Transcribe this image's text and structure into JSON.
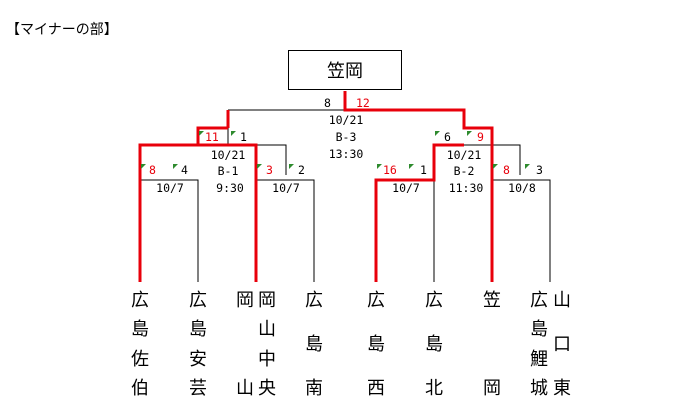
{
  "title": "【マイナーの部】",
  "champion": "笠岡",
  "colors": {
    "winner_line": "#e8000b",
    "line": "#000000",
    "flag": "#2e8b2e"
  },
  "final": {
    "left_score": "8",
    "right_score": "12",
    "date": "10/21",
    "venue": "B-3",
    "time": "13:30"
  },
  "semis": {
    "left": {
      "top_score": "11",
      "bottom_score": "1",
      "date": "10/21",
      "venue": "B-1",
      "time": "9:30"
    },
    "right": {
      "top_score": "6",
      "bottom_score": "9",
      "date": "10/21",
      "venue": "B-2",
      "time": "11:30"
    }
  },
  "quarters": [
    {
      "left_score": "8",
      "right_score": "4",
      "date": "10/7"
    },
    {
      "left_score": "3",
      "right_score": "2",
      "date": "10/7"
    },
    {
      "left_score": "16",
      "right_score": "1",
      "date": "10/7"
    },
    {
      "left_score": "8",
      "right_score": "3",
      "date": "10/8"
    }
  ],
  "teams": [
    {
      "chars": [
        "広",
        "島",
        "佐",
        "伯"
      ]
    },
    {
      "chars": [
        "広",
        "島",
        "安",
        "芸"
      ]
    },
    {
      "chars": [
        "岡",
        "",
        "",
        "山"
      ]
    },
    {
      "chars": [
        "岡",
        "山",
        "中",
        "央"
      ]
    },
    {
      "chars": [
        "広",
        "島",
        "南"
      ]
    },
    {
      "chars": [
        "広",
        "島",
        "西"
      ]
    },
    {
      "chars": [
        "広",
        "島",
        "北"
      ]
    },
    {
      "chars": [
        "笠",
        "",
        "",
        "岡"
      ]
    },
    {
      "chars": [
        "広",
        "島",
        "鯉",
        "城"
      ]
    },
    {
      "chars": [
        "山",
        "口",
        "東"
      ]
    }
  ]
}
